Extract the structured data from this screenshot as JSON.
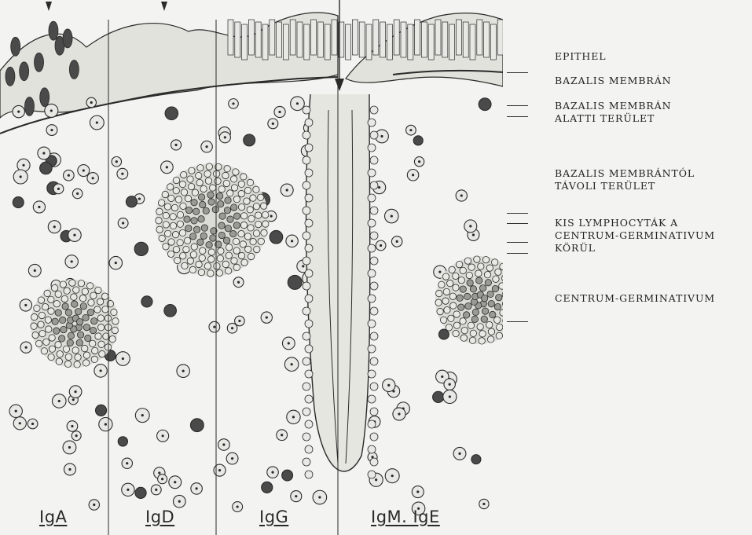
{
  "zones": [
    {
      "label": "IgA"
    },
    {
      "label": "IgD"
    },
    {
      "label": "IgG"
    },
    {
      "label": "IgM. IgE"
    }
  ],
  "legend": [
    {
      "line1": "EPITHEL",
      "line2": ""
    },
    {
      "line1": "BAZALIS MEMBRÁN",
      "line2": ""
    },
    {
      "line1": "BAZALIS MEMBRÁN",
      "line2": "ALATTI TERÜLET"
    },
    {
      "line1": "BAZALIS MEMBRÁNTÓL",
      "line2": "TÁVOLI TERÜLET"
    },
    {
      "line1": "KIS LYMPHOCYTÁK A",
      "line2": "CENTRUM-GERMINATIVUM",
      "line3": "KÖRÜL"
    },
    {
      "line1": "CENTRUM-GERMINATIVUM",
      "line2": ""
    }
  ],
  "colors": {
    "background": "#f3f3f1",
    "ink": "#2a2a2a",
    "cell_fill": "#e8e8e4",
    "dark_cell": "#4a4a4a"
  }
}
